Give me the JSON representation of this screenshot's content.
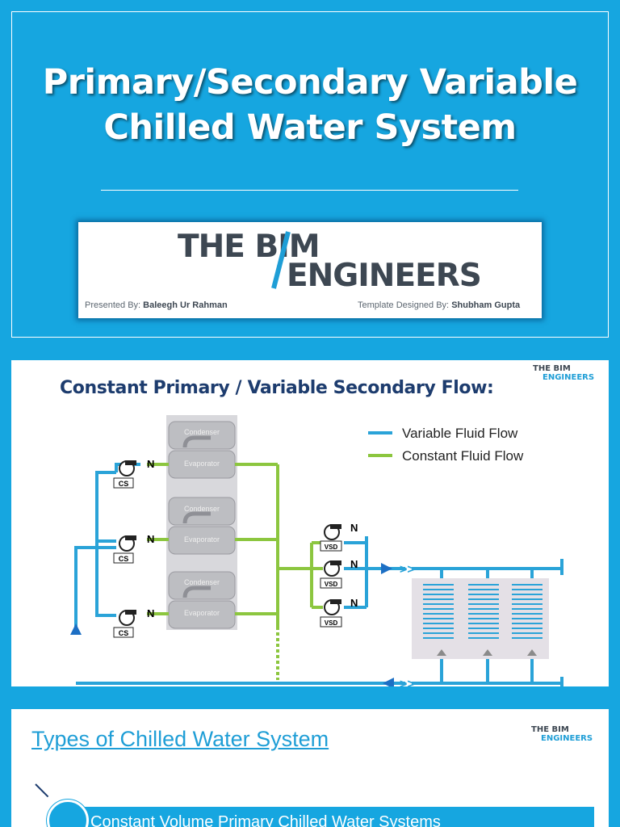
{
  "slide1": {
    "title_line1": "Primary/Secondary Variable",
    "title_line2": "Chilled Water  System",
    "logo": {
      "word1": "THE BIM",
      "word2": "ENGINEERS"
    },
    "presented_by_label": "Presented By:",
    "presented_by_name": "Baleegh Ur Rahman",
    "template_label": "Template Designed By:",
    "template_name": "Shubham Gupta"
  },
  "slide2": {
    "title": "Constant Primary / Variable Secondary Flow:",
    "logo": {
      "word1": "THE BIM",
      "word2": "ENGINEERS"
    },
    "legend": [
      {
        "label": "Variable Fluid Flow",
        "color": "#2aa3d8"
      },
      {
        "label": "Constant Fluid Flow",
        "color": "#8cc63f"
      }
    ],
    "chillers": [
      {
        "condenser": "Condenser",
        "evaporator": "Evaporator"
      },
      {
        "condenser": "Condenser",
        "evaporator": "Evaporator"
      },
      {
        "condenser": "Condenser",
        "evaporator": "Evaporator"
      }
    ],
    "primary_pump_label": "CS",
    "secondary_pump_label": "VSD",
    "check_valve_label": "N"
  },
  "slide3": {
    "title": "Types of Chilled Water System",
    "logo": {
      "word1": "THE BIM",
      "word2": "ENGINEERS"
    },
    "first_item": "Constant Volume Primary Chilled Water Systems"
  },
  "colors": {
    "background_blue": "#16a6e0",
    "navy": "#1d3c6e",
    "variable_flow": "#2aa3d8",
    "constant_flow": "#8cc63f"
  }
}
